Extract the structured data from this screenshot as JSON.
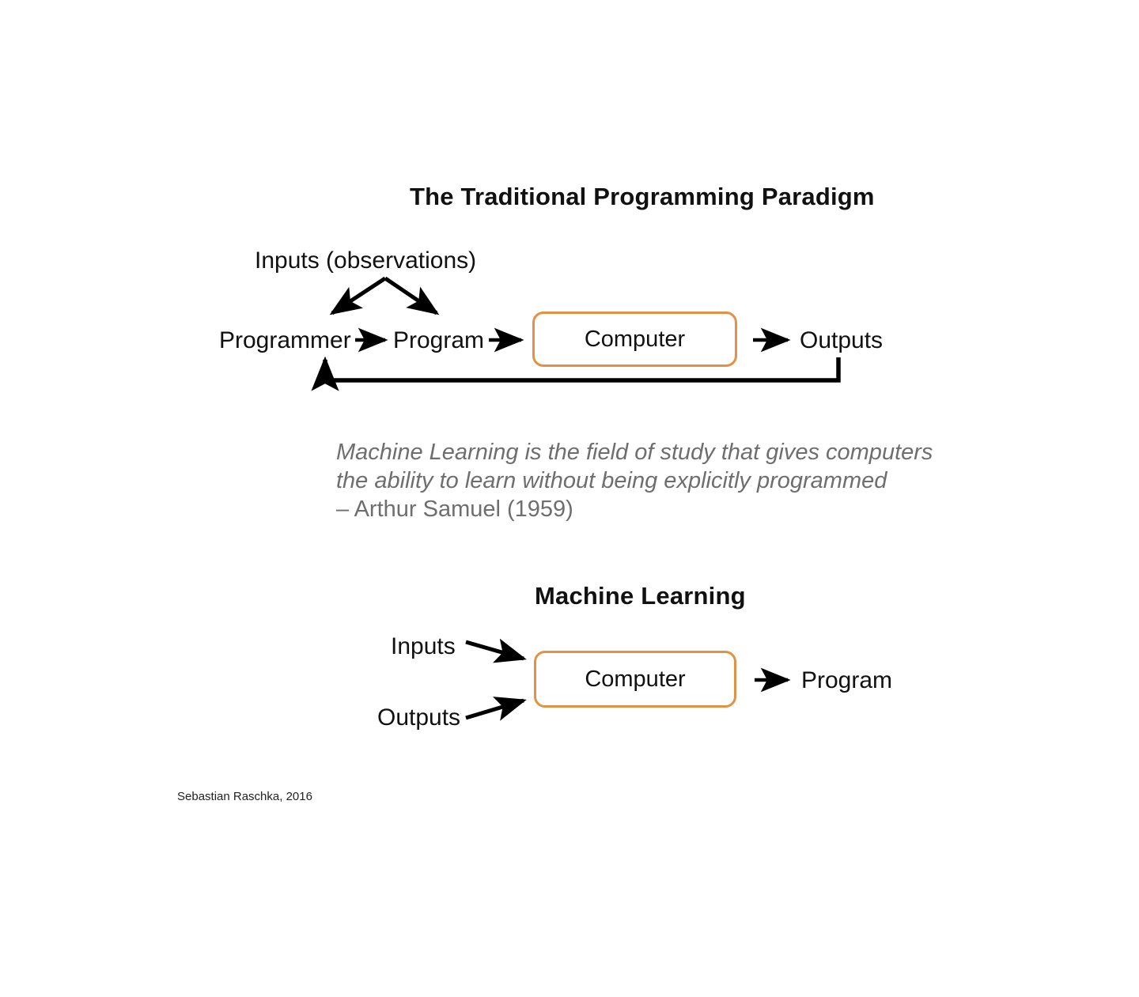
{
  "slide": {
    "background": "#ffffff",
    "accent_color": "#e29244",
    "text_color": "#111111",
    "quote_color": "#6e6e6e"
  },
  "traditional": {
    "title": "The Traditional Programming Paradigm",
    "inputs_label": "Inputs (observations)",
    "programmer_label": "Programmer",
    "program_label": "Program",
    "computer_label": "Computer",
    "outputs_label": "Outputs"
  },
  "quote": {
    "line1": "Machine Learning is the field of study that gives computers",
    "line2": "the ability to learn without being explicitly programmed",
    "attribution": "– Arthur Samuel (1959)"
  },
  "machine_learning": {
    "title": "Machine Learning",
    "inputs_label": "Inputs",
    "outputs_label": "Outputs",
    "computer_label": "Computer",
    "program_label": "Program"
  },
  "footer": {
    "credit": "Sebastian Raschka, 2016"
  }
}
